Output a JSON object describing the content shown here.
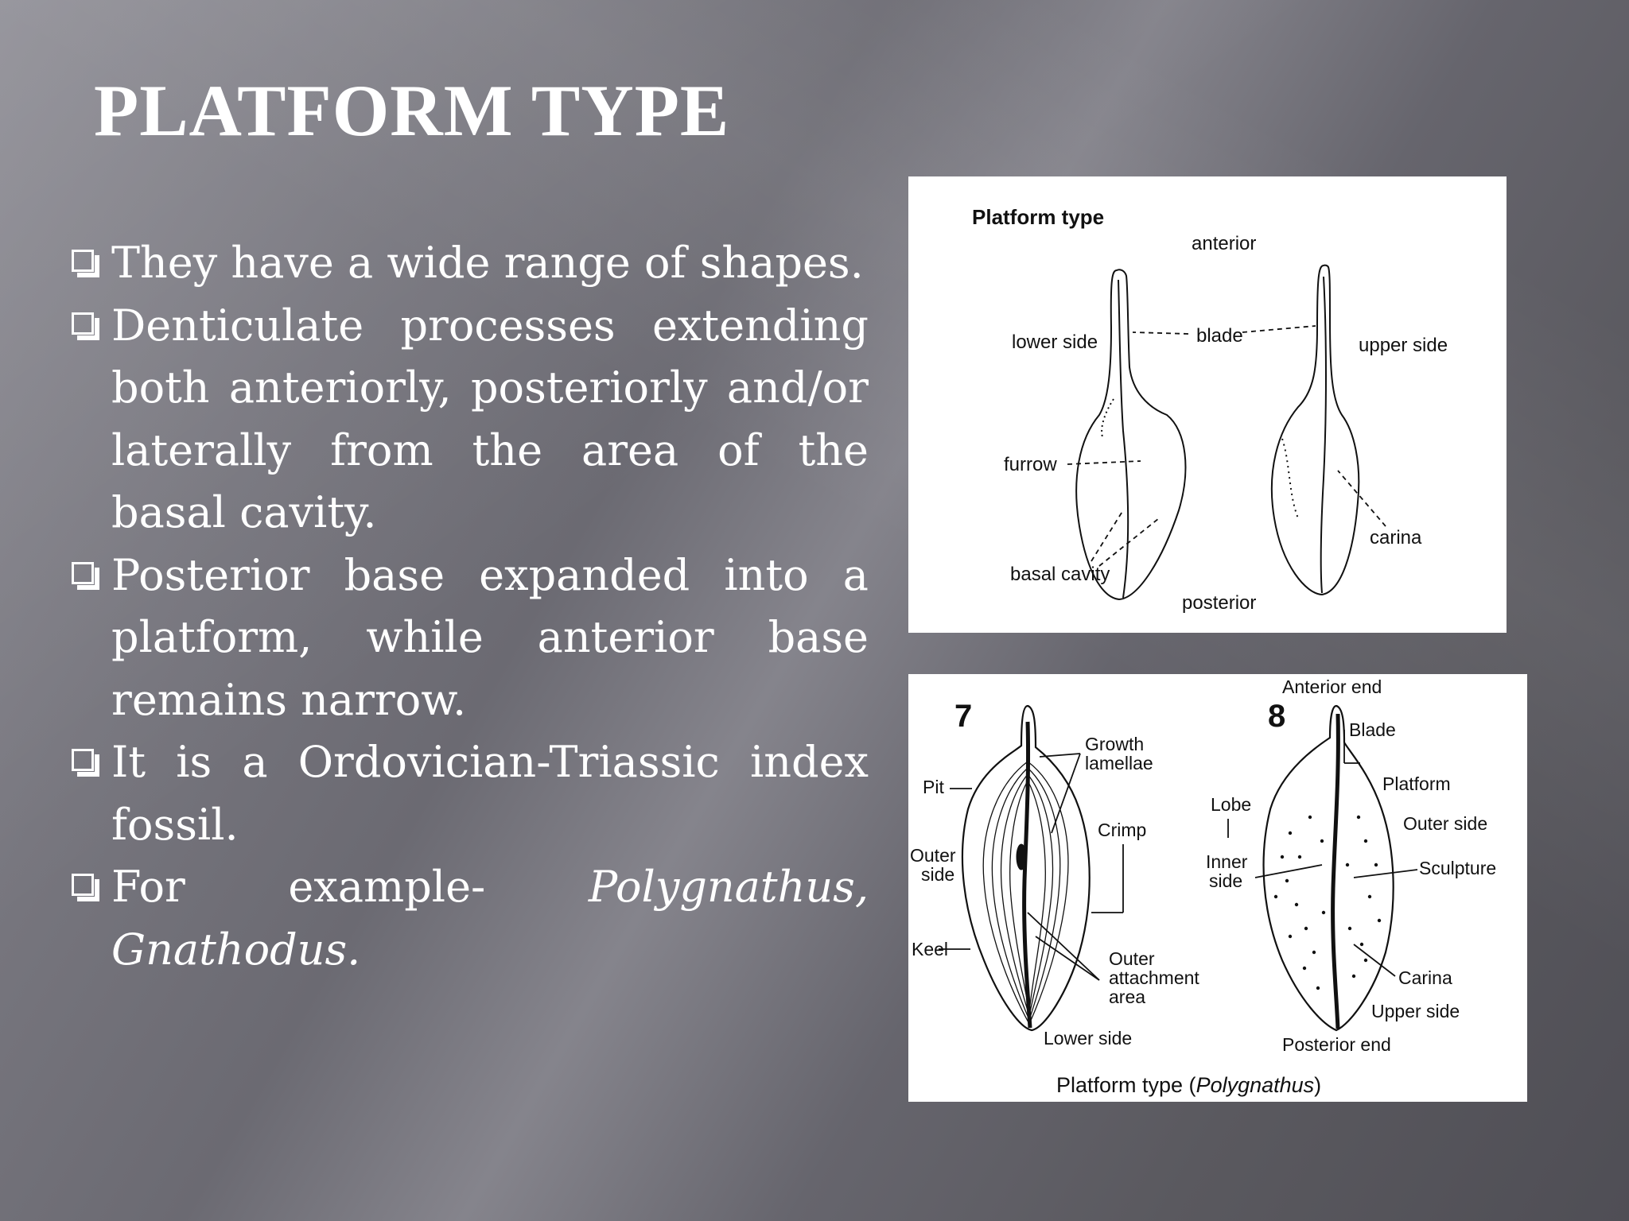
{
  "slide": {
    "title": "PLATFORM TYPE",
    "bullets": [
      {
        "text": "They have a wide range of shapes."
      },
      {
        "text": "Denticulate processes extending both anteriorly, posteriorly and/or laterally from the area of the basal cavity."
      },
      {
        "text": "Posterior base expanded into a platform, while anterior base remains narrow."
      },
      {
        "text": "It is a Ordovician-Triassic index fossil."
      },
      {
        "prefix": "For example- ",
        "italic": "Polygnathus, Gnathodus."
      }
    ],
    "bullet_icon": "hollow-square-checkbox-icon"
  },
  "figure1": {
    "heading": "Platform type",
    "labels": {
      "anterior": "anterior",
      "posterior": "posterior",
      "lower_side": "lower side",
      "upper_side": "upper side",
      "blade": "blade",
      "furrow": "furrow",
      "basal_cavity": "basal cavity",
      "carina": "carina"
    }
  },
  "figure2": {
    "num7": "7",
    "num8": "8",
    "labels": {
      "anterior_end": "Anterior end",
      "blade": "Blade",
      "growth": "Growth",
      "lamellae": "lamellae",
      "pit": "Pit",
      "platform": "Platform",
      "lobe": "Lobe",
      "outer_side_right": "Outer side",
      "crimp": "Crimp",
      "outer": "Outer",
      "side": "side",
      "inner": "Inner",
      "inner_side": "side",
      "sculpture": "Sculpture",
      "keel": "Keel",
      "outer2": "Outer",
      "attachment": "attachment",
      "area": "area",
      "carina": "Carina",
      "upper_side": "Upper side",
      "lower_side": "Lower side",
      "posterior_end": "Posterior end"
    },
    "caption_prefix": "Platform type (",
    "caption_italic": "Polygnathus",
    "caption_suffix": ")"
  }
}
